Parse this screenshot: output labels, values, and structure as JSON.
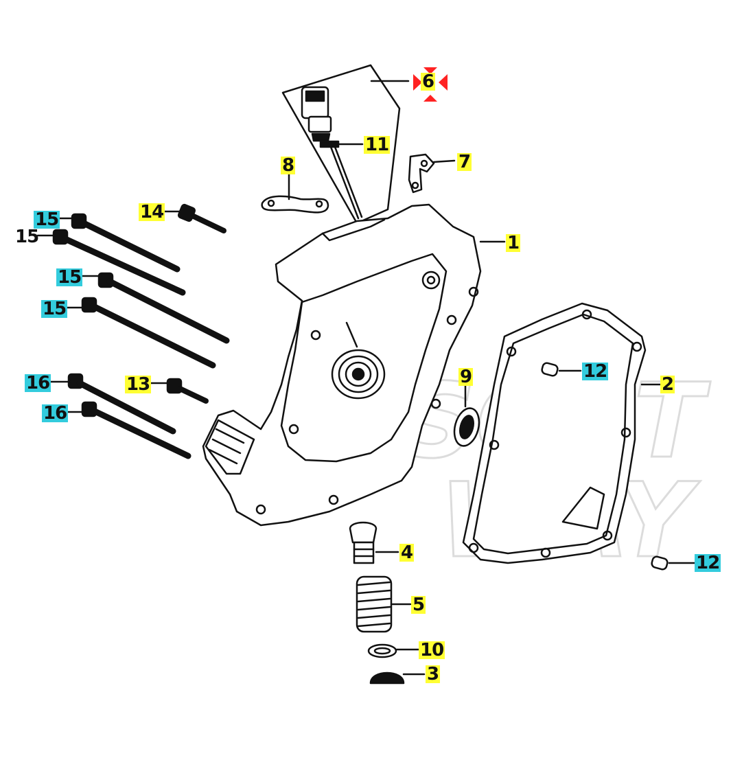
{
  "colors": {
    "line": "#111111",
    "yellow_label": "#ffff33",
    "cyan_label": "#33ccdd",
    "marker": "#ff2222",
    "watermark": "#e8e8e8"
  },
  "watermark": {
    "line1": "SOFT",
    "line2": "WAY"
  },
  "callouts": [
    {
      "id": "6",
      "text": "6",
      "style": "yellow",
      "selected": true
    },
    {
      "id": "11",
      "text": "11",
      "style": "yellow"
    },
    {
      "id": "7",
      "text": "7",
      "style": "yellow"
    },
    {
      "id": "8",
      "text": "8",
      "style": "yellow"
    },
    {
      "id": "14",
      "text": "14",
      "style": "yellow"
    },
    {
      "id": "1",
      "text": "1",
      "style": "yellow"
    },
    {
      "id": "15a",
      "text": "15",
      "style": "cyan"
    },
    {
      "id": "15b",
      "text": "15",
      "style": "none"
    },
    {
      "id": "15c",
      "text": "15",
      "style": "cyan"
    },
    {
      "id": "15d",
      "text": "15",
      "style": "cyan"
    },
    {
      "id": "9",
      "text": "9",
      "style": "yellow"
    },
    {
      "id": "12a",
      "text": "12",
      "style": "cyan"
    },
    {
      "id": "2",
      "text": "2",
      "style": "yellow"
    },
    {
      "id": "16a",
      "text": "16",
      "style": "cyan"
    },
    {
      "id": "13",
      "text": "13",
      "style": "yellow"
    },
    {
      "id": "16b",
      "text": "16",
      "style": "cyan"
    },
    {
      "id": "4",
      "text": "4",
      "style": "yellow"
    },
    {
      "id": "12b",
      "text": "12",
      "style": "cyan"
    },
    {
      "id": "5",
      "text": "5",
      "style": "yellow"
    },
    {
      "id": "10",
      "text": "10",
      "style": "yellow"
    },
    {
      "id": "3",
      "text": "3",
      "style": "yellow"
    }
  ]
}
